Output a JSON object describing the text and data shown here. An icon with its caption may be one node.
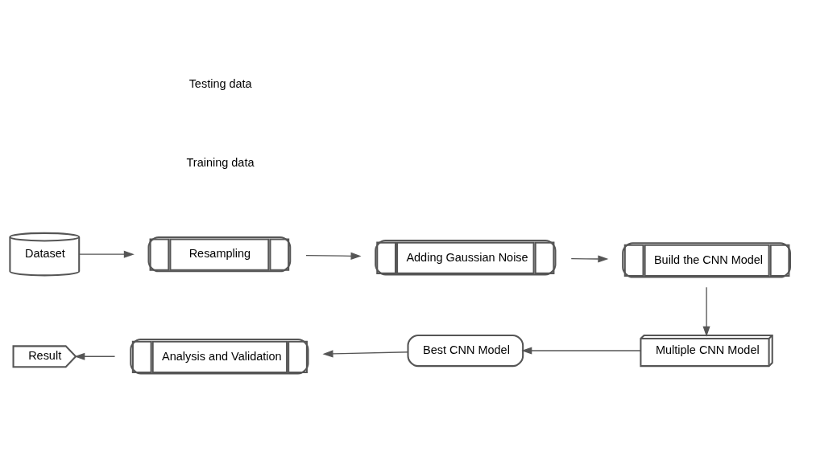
{
  "diagram": {
    "nodes": [
      {
        "text": [
          "Dataset"
        ]
      },
      {
        "text": [
          "Resampling"
        ]
      },
      {
        "text": [
          "Adding Gaussian Noise"
        ]
      },
      {
        "text": [
          "Build the CNN Model"
        ]
      },
      {
        "text": [
          "Multiple CNN Model"
        ]
      },
      {
        "text": [
          "Best CNN Model"
        ]
      },
      {
        "text": [
          "Analysis and Validation"
        ]
      },
      {
        "text": [
          "Result"
        ]
      }
    ],
    "edges": [
      {
        "from": 0,
        "to": 1,
        "arrow": "to"
      },
      {
        "from": 1,
        "to": 2,
        "arrow": "to"
      },
      {
        "from": 2,
        "to": 3,
        "arrow": "to"
      },
      {
        "from": 3,
        "to": 4,
        "arrow": "to"
      },
      {
        "from": 4,
        "to": 5,
        "arrow": "to"
      },
      {
        "from": 5,
        "to": 6,
        "arrow": "to"
      },
      {
        "from": 6,
        "to": 7,
        "arrow": "to"
      }
    ],
    "labels": [
      "Training data",
      "Testing data"
    ]
  }
}
